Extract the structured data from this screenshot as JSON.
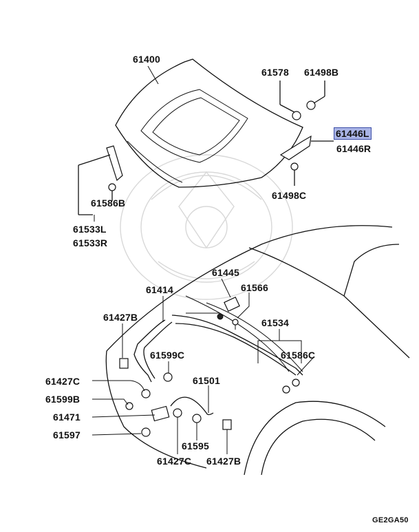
{
  "diagram": {
    "highlight_color": "#a9b4e6",
    "drawing_code": "GE2GA50",
    "labels": {
      "p61400": "61400",
      "p61578": "61578",
      "p61498B": "61498B",
      "p61446L": "61446L",
      "p61446R": "61446R",
      "p61498C": "61498C",
      "p61586B": "61586B",
      "p61533L": "61533L",
      "p61533R": "61533R",
      "p61445": "61445",
      "p61566": "61566",
      "p61414": "61414",
      "p61427B_top": "61427B",
      "p61534": "61534",
      "p61599C": "61599C",
      "p61586C": "61586C",
      "p61427C_left": "61427C",
      "p61501": "61501",
      "p61599B": "61599B",
      "p61471": "61471",
      "p61597": "61597",
      "p61595": "61595",
      "p61427C_bottom": "61427C",
      "p61427B_bottom": "61427B"
    }
  }
}
